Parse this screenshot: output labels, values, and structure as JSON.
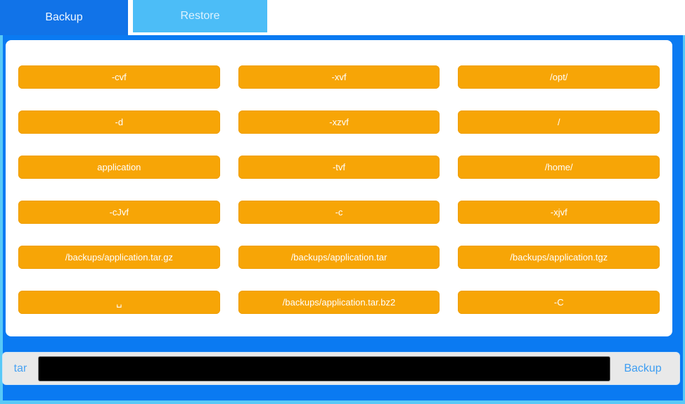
{
  "tabs": [
    {
      "label": "Backup",
      "active": true
    },
    {
      "label": "Restore",
      "active": false
    }
  ],
  "tokens": [
    "-cvf",
    "-xvf",
    "/opt/",
    "-d",
    "-xzvf",
    "/",
    "application",
    "-tvf",
    "/home/",
    "-cJvf",
    "-c",
    "-xjvf",
    "/backups/application.tar.gz",
    "/backups/application.tar",
    "/backups/application.tgz",
    "␣",
    "/backups/application.tar.bz2",
    "-C"
  ],
  "command_bar": {
    "prefix": "tar",
    "input_value": "",
    "action_label": "Backup"
  },
  "colors": {
    "background_blue": "#0a7af2",
    "frame_light_blue": "#58c9f7",
    "tab_active_blue": "#1173e8",
    "tab_inactive_blue": "#4cbdf7",
    "token_orange": "#f7a506",
    "footer_gray": "#e9e9e9",
    "footer_text_blue": "#3e9ef2",
    "input_black": "#000000"
  }
}
